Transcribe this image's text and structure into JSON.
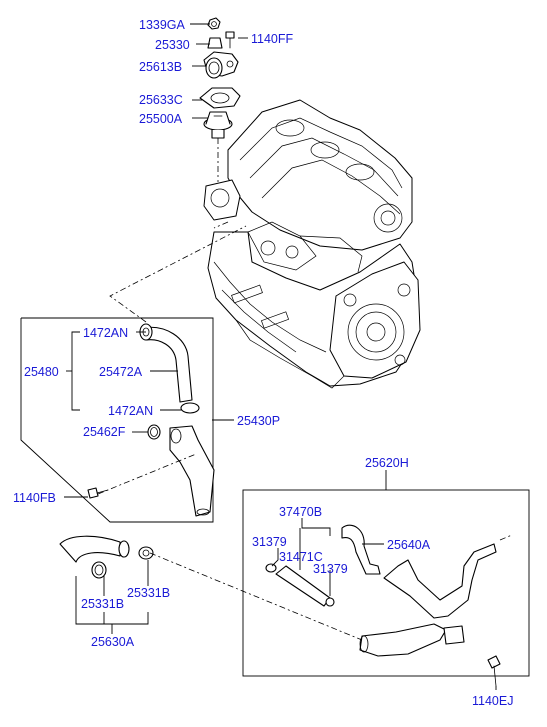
{
  "labels": {
    "p1339GA": "1339GA",
    "p25330": "25330",
    "p1140FF": "1140FF",
    "p25613B": "25613B",
    "p25633C": "25633C",
    "p25500A": "25500A",
    "p1472AN_top": "1472AN",
    "p25480": "25480",
    "p25472A": "25472A",
    "p1472AN_bot": "1472AN",
    "p25430P": "25430P",
    "p25462F": "25462F",
    "p1140FB": "1140FB",
    "p25620H": "25620H",
    "p37470B": "37470B",
    "p31379_left": "31379",
    "p31471C": "31471C",
    "p31379_right": "31379",
    "p25640A": "25640A",
    "p25331B_left": "25331B",
    "p25331B_right": "25331B",
    "p25630A": "25630A",
    "p1140EJ": "1140EJ"
  },
  "colors": {
    "label": "#1a1ad6",
    "line": "#000000",
    "background": "#ffffff"
  }
}
